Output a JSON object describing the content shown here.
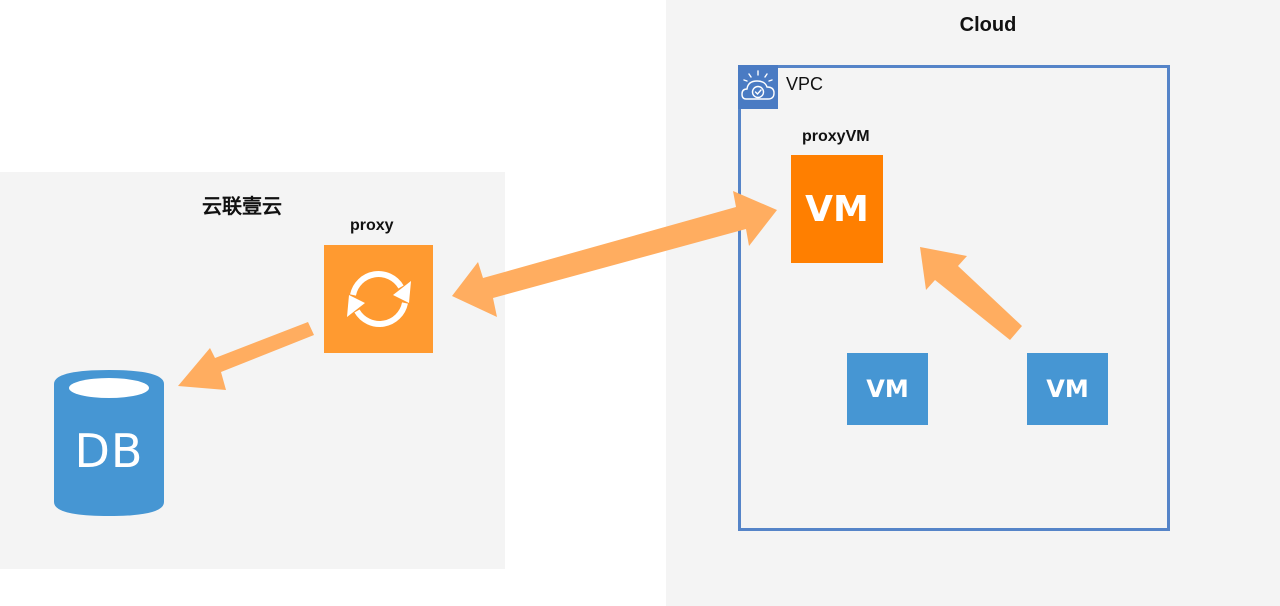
{
  "zones": {
    "left": {
      "title": "云联壹云"
    },
    "right": {
      "title": "Cloud"
    }
  },
  "vpc": {
    "label": "VPC",
    "icon": "ibm-cloud-vpc-icon"
  },
  "nodes": {
    "proxy": {
      "label": "proxy",
      "icon": "sync-icon"
    },
    "proxyvm": {
      "label": "proxyVM",
      "text": "VM"
    },
    "vm1": {
      "text": "VM"
    },
    "vm2": {
      "text": "VM"
    },
    "db": {
      "text": "DB"
    }
  },
  "edges": [
    {
      "from": "proxy",
      "to": "db",
      "direction": "one-way"
    },
    {
      "from": "proxy",
      "to": "proxyVM",
      "direction": "bidirectional"
    },
    {
      "from": "VM",
      "to": "proxyVM",
      "direction": "one-way"
    }
  ],
  "colors": {
    "zone_bg": "#f4f4f4",
    "proxy_orange": "#ff9a30",
    "proxyvm_orange": "#ff7f00",
    "vm_blue": "#4696d3",
    "vpc_border": "#5584c8",
    "arrow": "#ffad60"
  }
}
